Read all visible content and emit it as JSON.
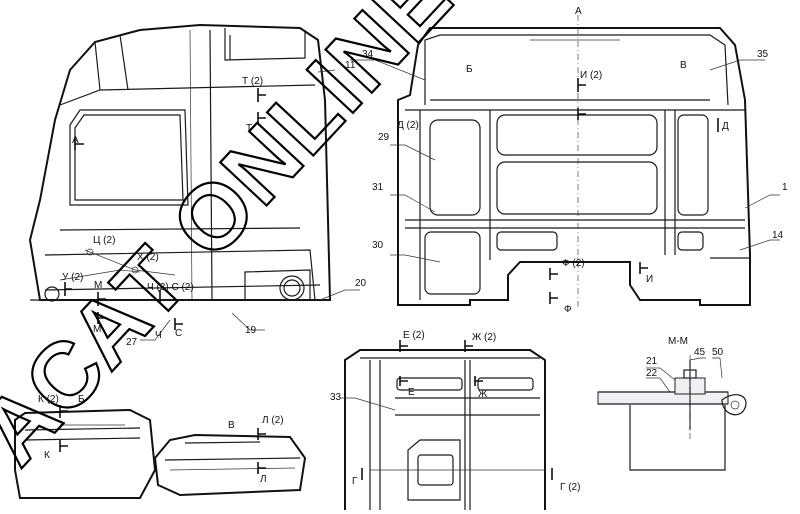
{
  "watermark": "АСАТ ONLINE",
  "parts": {
    "p1": "1",
    "p11": "11",
    "p14": "14",
    "p19": "19",
    "p20": "20",
    "p21": "21",
    "p22": "22",
    "p27": "27",
    "p29": "29",
    "p30": "30",
    "p31": "31",
    "p33": "33",
    "p34": "34",
    "p35": "35",
    "p45": "45",
    "p50": "50"
  },
  "views": {
    "A": "А",
    "B_view": "В",
    "B_sec": "Б",
    "mm": "М-М"
  },
  "sections": {
    "A_left": "А",
    "T2": "Т (2)",
    "T": "Т",
    "Ts2": "Ц (2)",
    "X2": "Х (2)",
    "U2": "У (2)",
    "M_top": "М",
    "M_bot": "М",
    "Ch2C2": "Ч (2) С (2)",
    "Ch": "Ч",
    "C": "С",
    "B_top": "Б",
    "I2": "И (2)",
    "V_top": "В",
    "D2": "Д (2)",
    "D": "Д",
    "F2": "Ф (2)",
    "I": "И",
    "F": "Ф",
    "K2": "К (2)",
    "B_small": "Б",
    "K": "К",
    "L2": "Л (2)",
    "L": "Л",
    "E2": "Е (2)",
    "Zh2": "Ж (2)",
    "E": "Е",
    "Zh": "Ж",
    "G": "Г",
    "G2": "Г (2)"
  }
}
